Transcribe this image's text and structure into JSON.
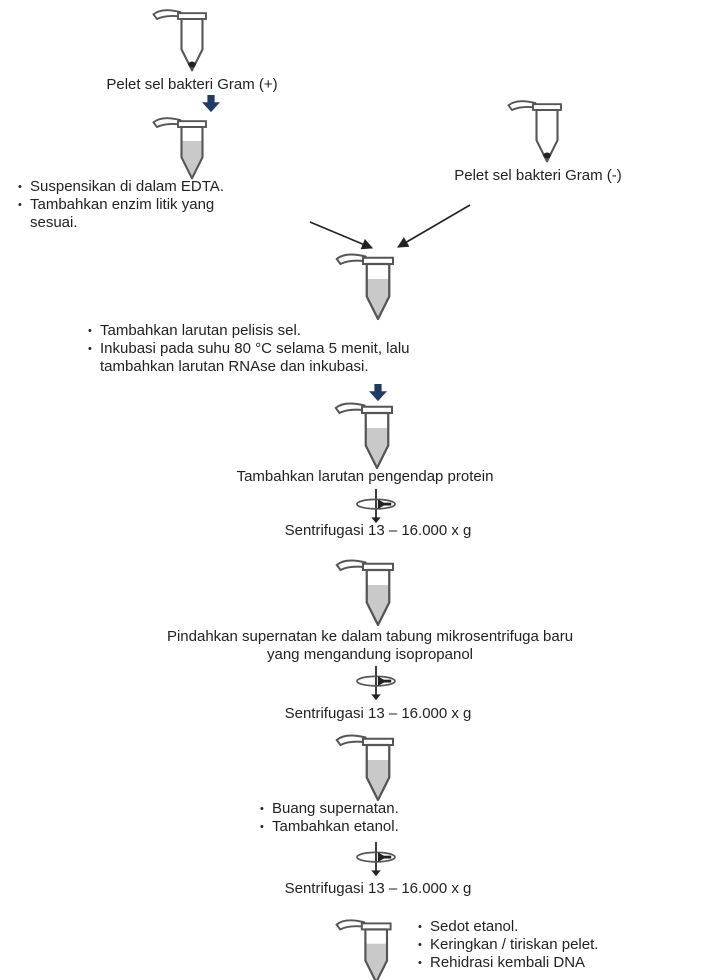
{
  "colors": {
    "arrow_dark": "#1f3c66",
    "text": "#222222",
    "tube_fill": "#c9c9c9",
    "tube_stroke": "#555555"
  },
  "icons": [
    "tube-icon",
    "down-arrow-icon",
    "centrifuge-icon"
  ],
  "steps": {
    "gram_pos_pellet": "Pelet sel bakteri Gram (+)",
    "gram_neg_pellet": "Pelet sel bakteri Gram (-)",
    "gram_pos_treatment": [
      "Suspensikan di dalam EDTA.",
      "Tambahkan enzim litik yang",
      "sesuai."
    ],
    "lysis": [
      "Tambahkan larutan pelisis sel.",
      "Inkubasi pada suhu 80 °C selama 5 menit, lalu",
      "tambahkan larutan RNAse dan inkubasi."
    ],
    "protein_precipitation": "Tambahkan larutan pengendap protein",
    "centrifuge_1": "Sentrifugasi 13 – 16.000 x g",
    "transfer": [
      "Pindahkan supernatan ke dalam tabung mikrosentrifuga baru",
      "yang mengandung isopropanol"
    ],
    "centrifuge_2": "Sentrifugasi 13 – 16.000 x g",
    "wash": [
      "Buang supernatan.",
      "Tambahkan etanol."
    ],
    "centrifuge_3": "Sentrifugasi 13 – 16.000 x g",
    "final": [
      "Sedot etanol.",
      "Keringkan / tiriskan pelet.",
      "Rehidrasi kembali DNA"
    ]
  }
}
